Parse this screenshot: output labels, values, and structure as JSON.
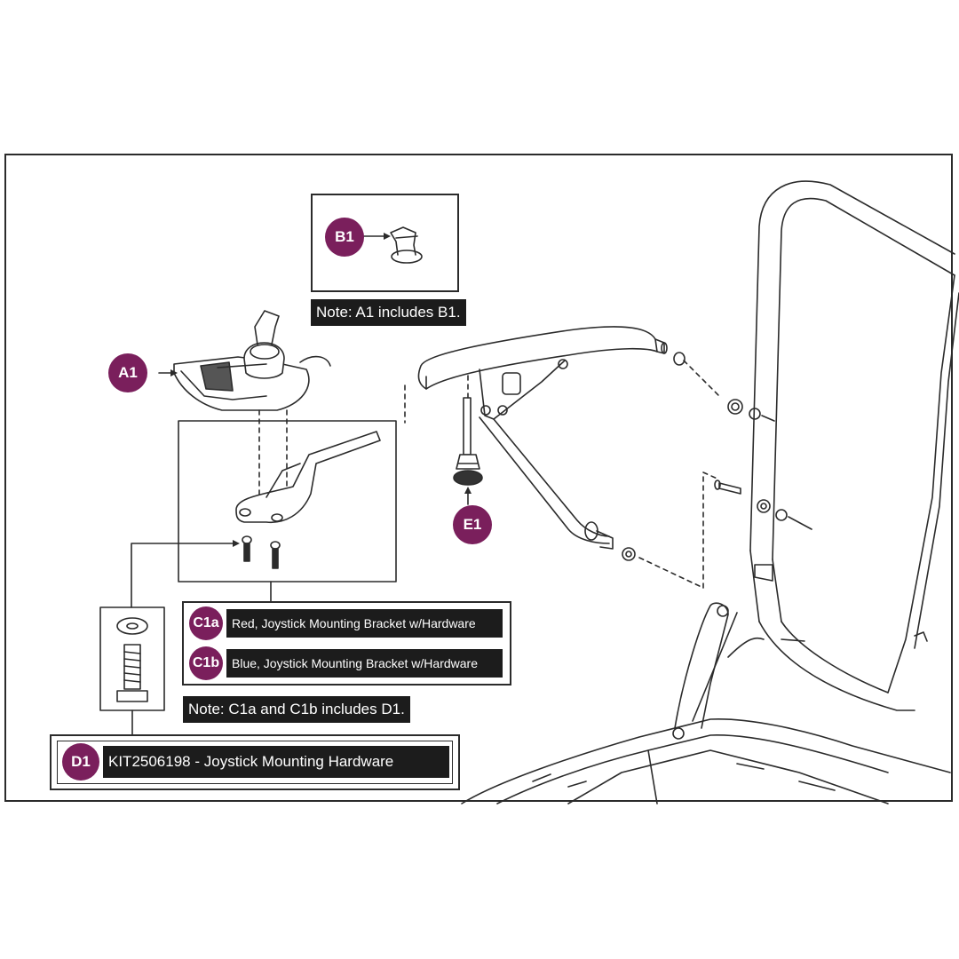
{
  "callouts": {
    "a1": "A1",
    "b1": "B1",
    "e1": "E1",
    "c1a": "C1a",
    "c1b": "C1b",
    "d1": "D1"
  },
  "notes": {
    "a1_includes_b1": "Note: A1 includes B1.",
    "c1_includes_d1": "Note: C1a and C1b includes D1."
  },
  "parts": {
    "c1a": "Red, Joystick Mounting Bracket w/Hardware",
    "c1b": "Blue, Joystick Mounting Bracket w/Hardware",
    "d1": "KIT2506198 - Joystick Mounting Hardware"
  },
  "colors": {
    "badge": "#7a1f5c",
    "label_bar": "#1c1c1c",
    "line": "#2b2b2b"
  }
}
